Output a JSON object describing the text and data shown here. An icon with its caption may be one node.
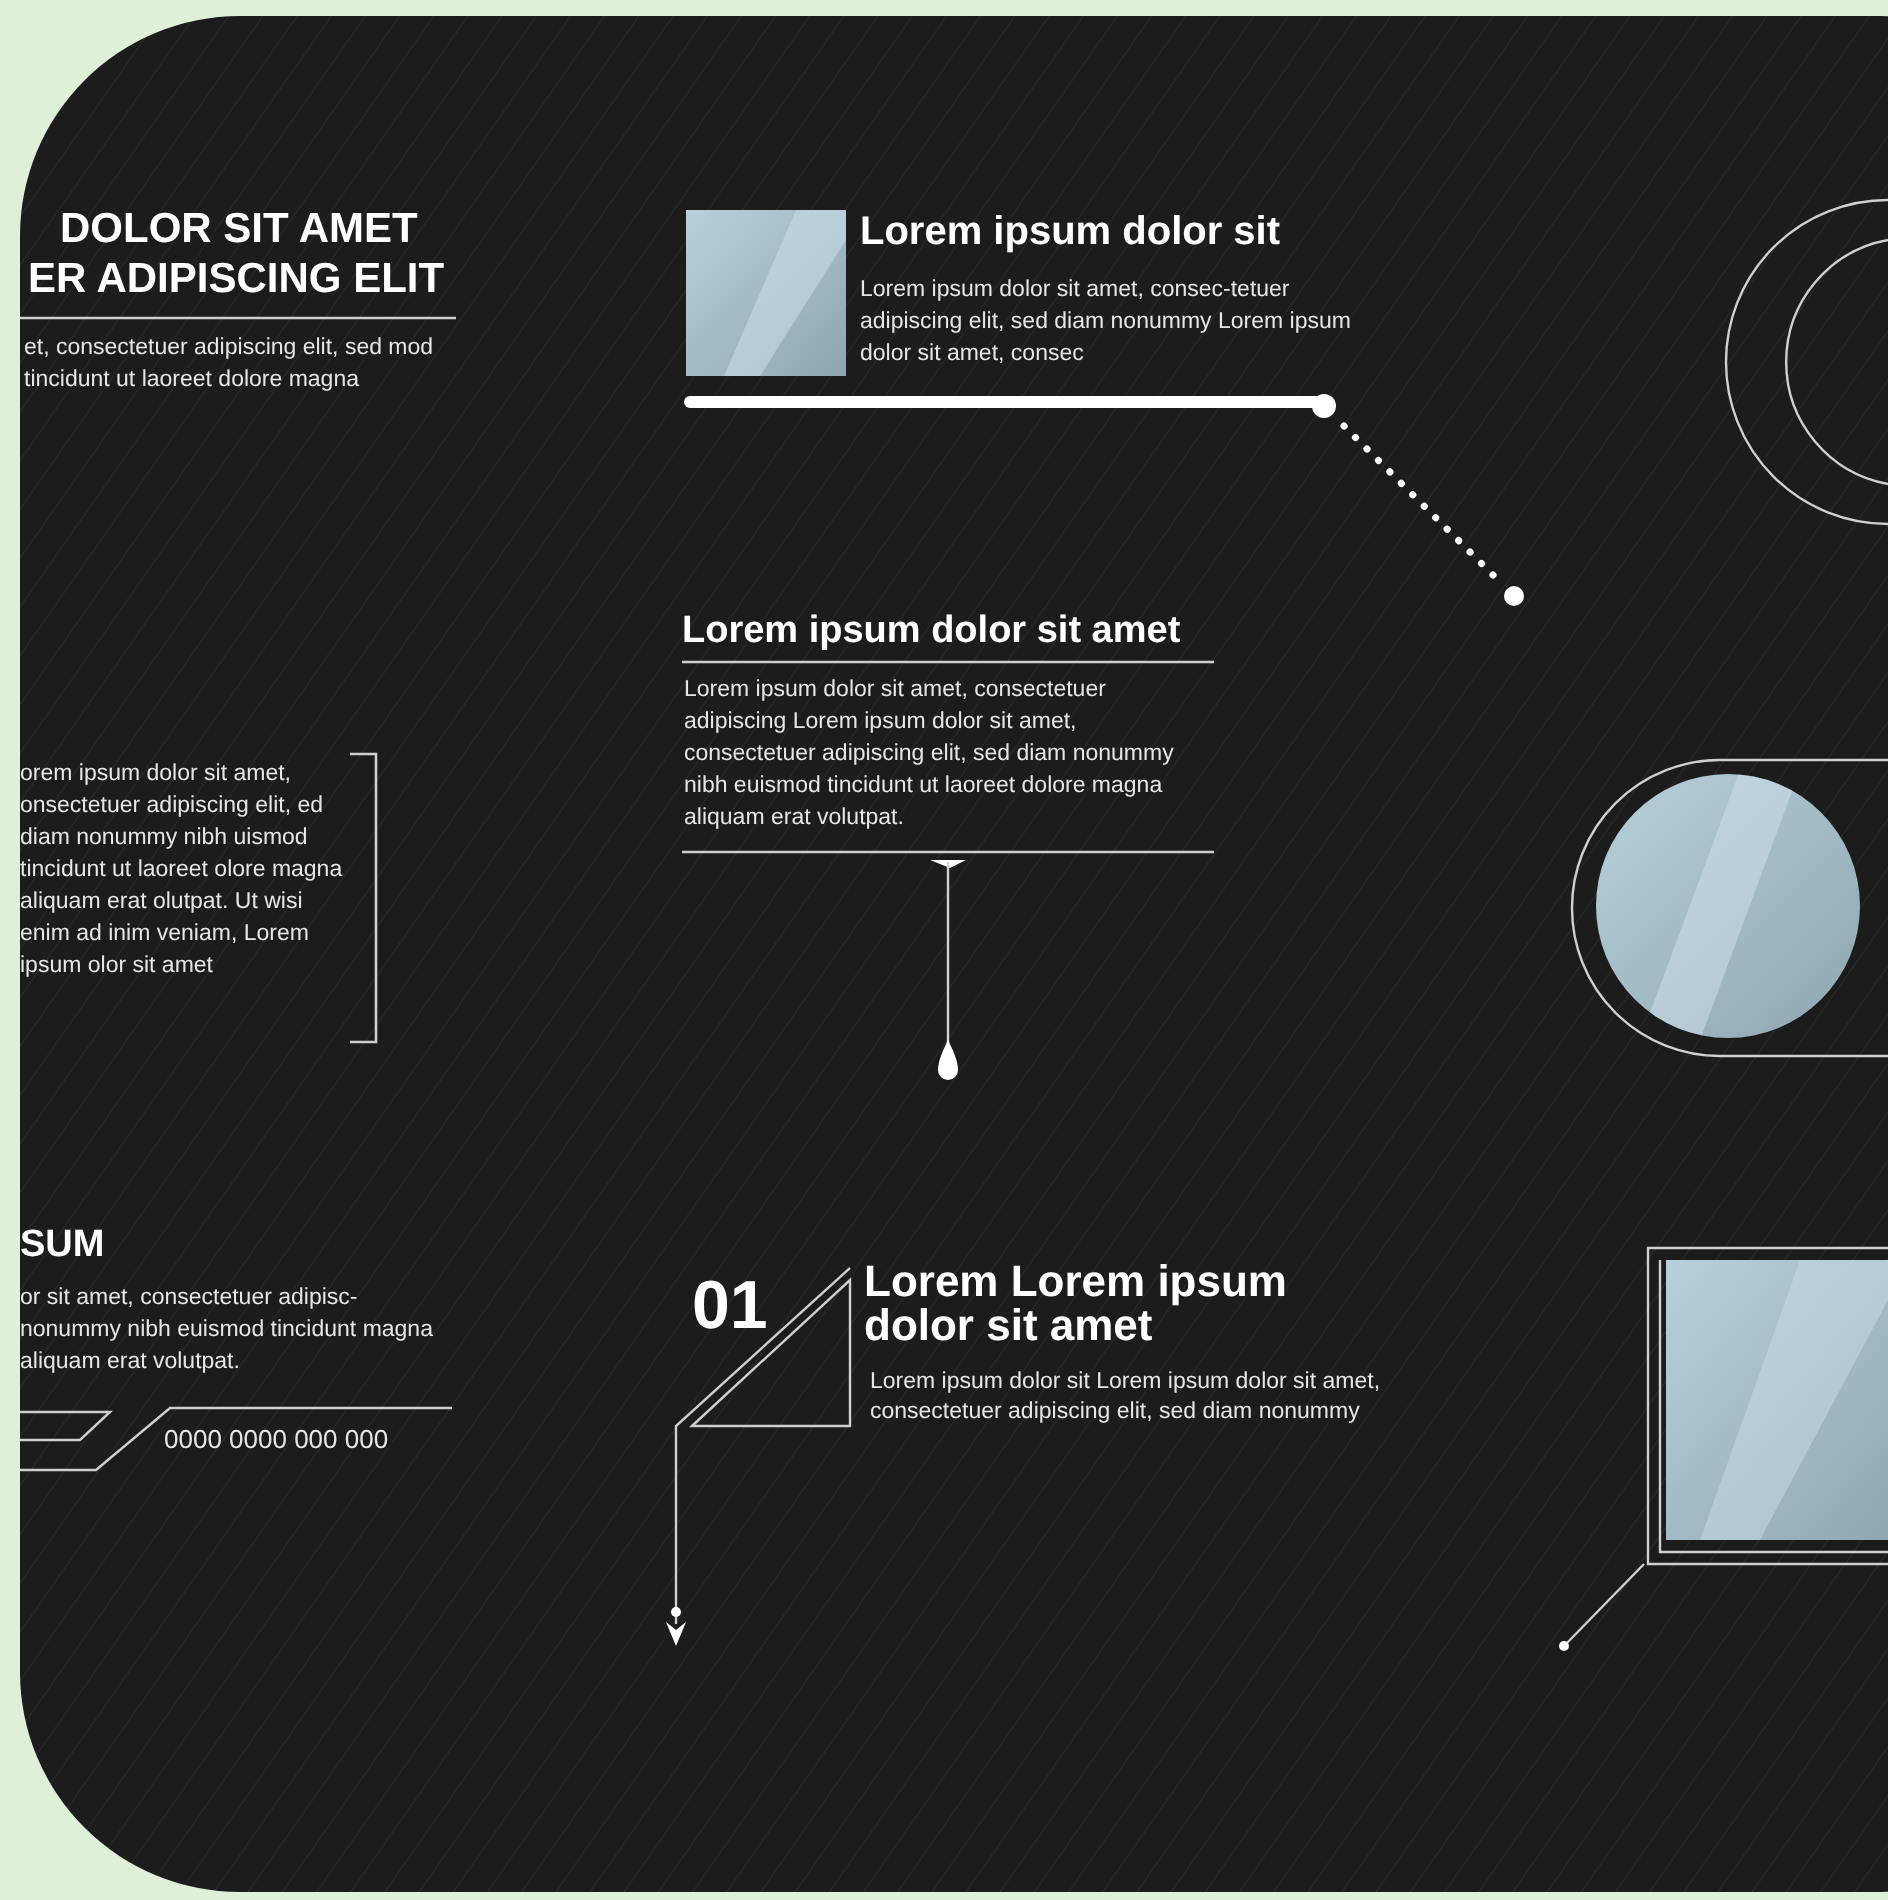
{
  "diagram": {
    "labels": [
      "DOLOR SIT AMET ER ADIPISCING ELIT",
      "et, consectetuer adipiscing elit, sed mod tincidunt ut laoreet dolore magna",
      "Lorem ipsum dolor sit",
      "Lorem ipsum dolor sit amet, consec-tetuer adipiscing elit, sed diam nonummy Lorem ipsum dolor sit amet, consec",
      "Lorem ipsum dolor sit amet",
      "Lorem ipsum dolor sit amet, consectetuer adipiscing Lorem ipsum dolor sit amet, consectetuer adipiscing elit, sed diam nonummy nibh euismod tincidunt ut laoreet dolore magna aliquam erat volutpat.",
      "orem ipsum dolor sit amet, onsectetuer adipiscing elit, ed diam nonummy nibh uismod tincidunt ut laoreet olore magna aliquam erat olutpat. Ut wisi enim ad inim veniam, Lorem ipsum olor sit amet",
      "SUM",
      "or sit amet, consectetuer adipisc- nonummy nibh euismod tincidunt magna aliquam erat volutpat.",
      "0000 0000 000 000",
      "01",
      "Lorem Lorem ipsum dolor sit amet",
      "Lorem ipsum dolor sit Lorem ipsum dolor sit amet, consectetuer adipiscing elit, sed diam nonummy"
    ]
  }
}
